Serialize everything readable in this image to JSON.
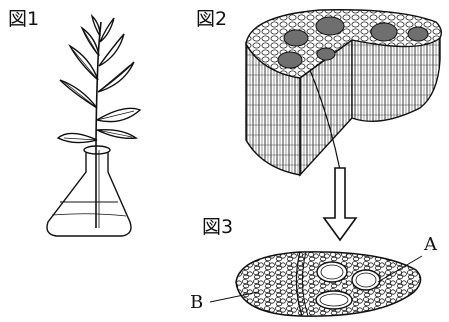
{
  "figures": {
    "fig1": {
      "label": "図1"
    },
    "fig2": {
      "label": "図2"
    },
    "fig3": {
      "label": "図3"
    }
  },
  "parts": {
    "a": {
      "label": "A"
    },
    "b": {
      "label": "B"
    }
  },
  "colors": {
    "ink": "#111111",
    "paper": "#ffffff",
    "shade": "#7a7a7a"
  }
}
